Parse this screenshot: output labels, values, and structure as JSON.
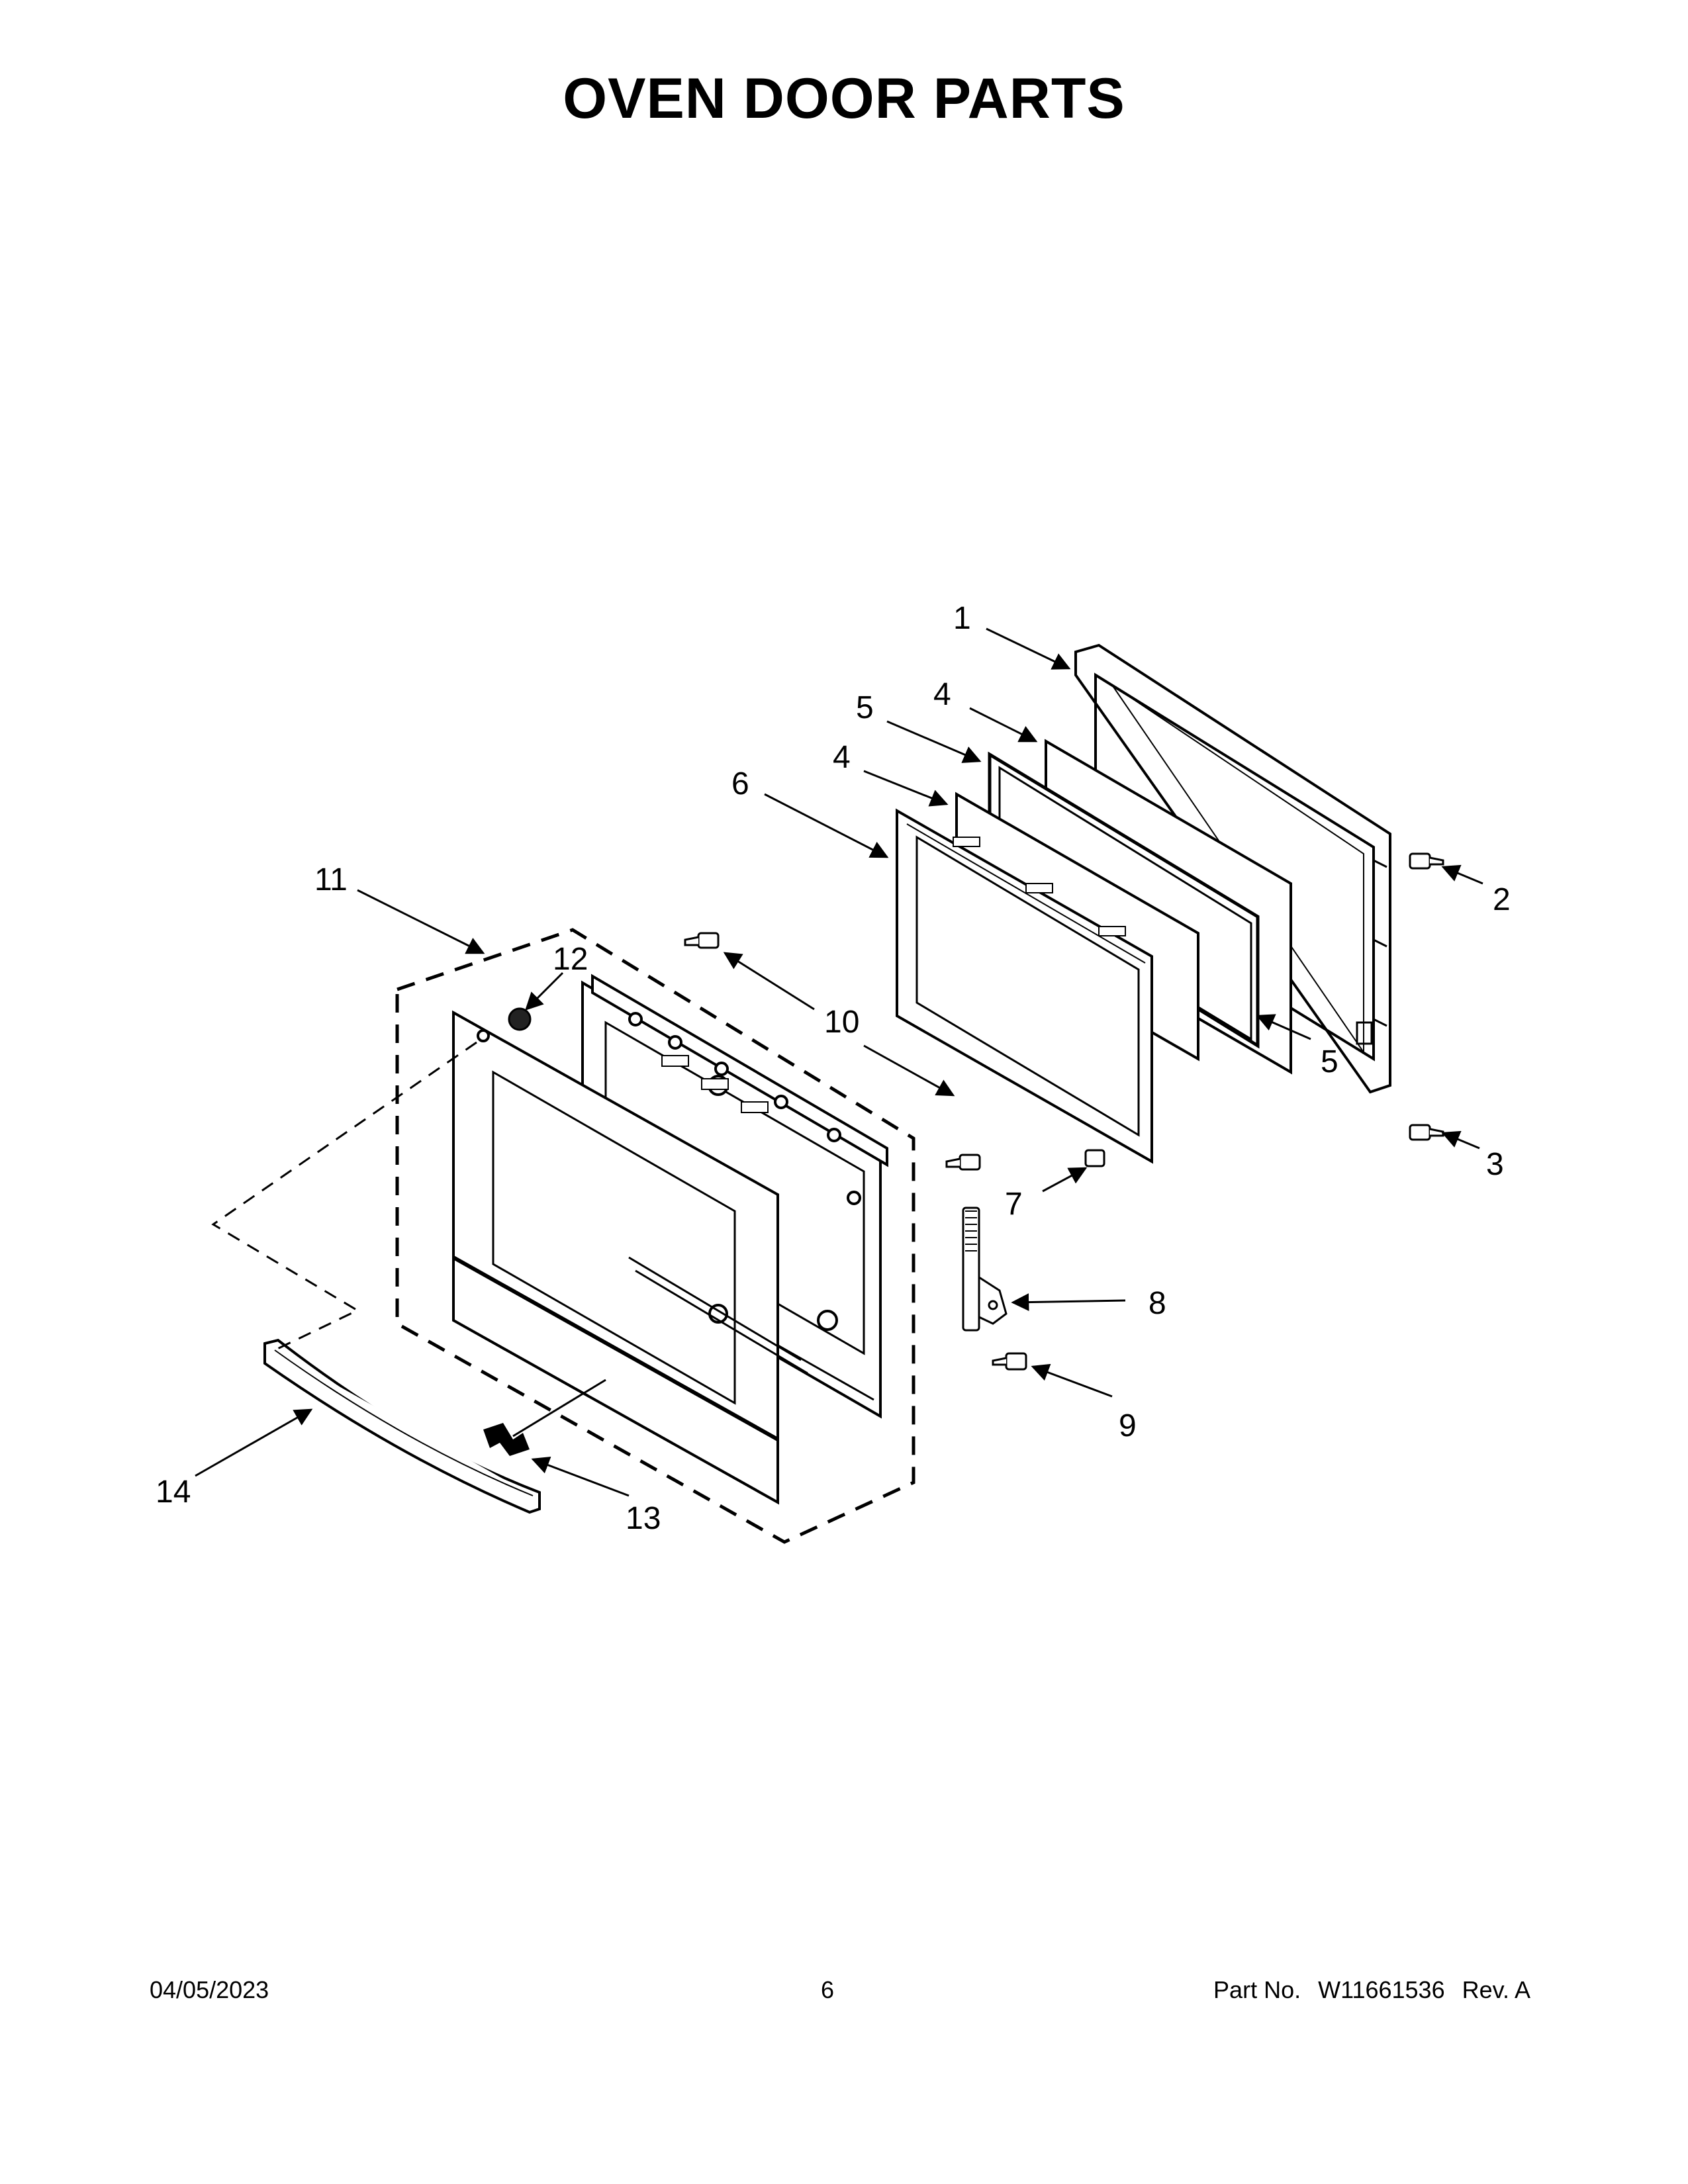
{
  "title": "OVEN DOOR PARTS",
  "callouts": {
    "c1": "1",
    "c2": "2",
    "c3": "3",
    "c4a": "4",
    "c4b": "4",
    "c5a": "5",
    "c5b": "5",
    "c6": "6",
    "c7": "7",
    "c8": "8",
    "c9": "9",
    "c10": "10",
    "c11": "11",
    "c12": "12",
    "c13": "13",
    "c14": "14"
  },
  "footer": {
    "date": "04/05/2023",
    "page": "6",
    "part_label": "Part No.",
    "part_number": "W11661536",
    "revision": "Rev. A"
  }
}
